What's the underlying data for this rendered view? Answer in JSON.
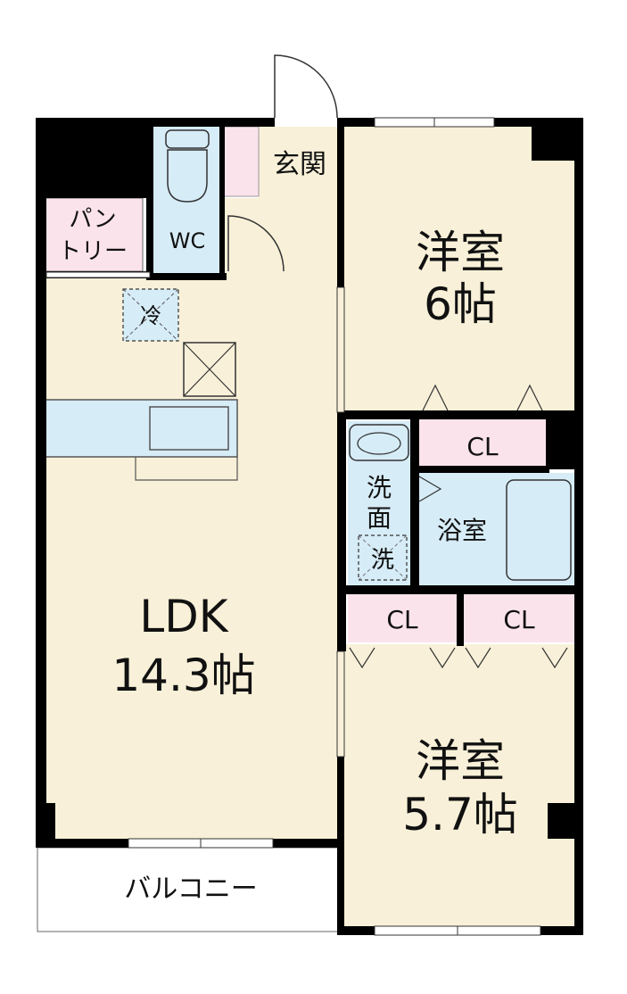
{
  "floorplan": {
    "entrance": "玄関",
    "pantry": [
      "パン",
      "トリー"
    ],
    "wc": "WC",
    "fridge": "冷",
    "bedroom_north": {
      "name": "洋室",
      "size": "6帖"
    },
    "bedroom_south": {
      "name": "洋室",
      "size": "5.7帖"
    },
    "closet_north": "CL",
    "closet_south_left": "CL",
    "closet_south_right": "CL",
    "washroom": [
      "洗",
      "面"
    ],
    "washer": "洗",
    "bathroom": "浴室",
    "ldk": {
      "name": "LDK",
      "size": "14.3帖"
    },
    "balcony": "バルコニー"
  },
  "colors": {
    "floor": "#f8f0d8",
    "wet_area": "#d6ecf7",
    "closet": "#fbe3ec",
    "wall": "#000000"
  }
}
